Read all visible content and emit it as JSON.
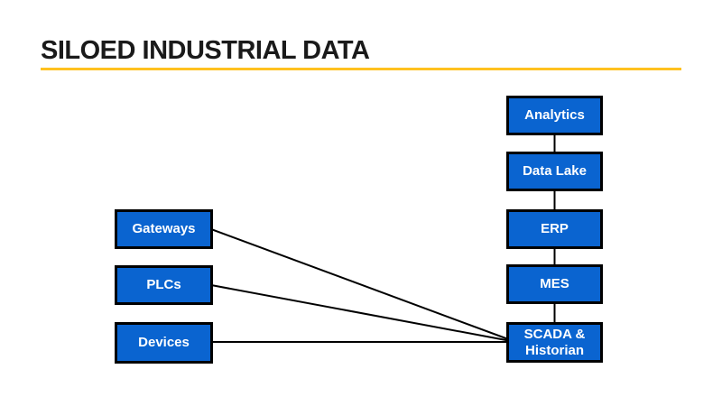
{
  "header": {
    "title": "SILOED INDUSTRIAL DATA"
  },
  "colors": {
    "background": "#ffffff",
    "title_text": "#1a1a1a",
    "underline": "#ffc120",
    "node_fill": "#0a64d0",
    "node_border": "#000000",
    "node_text": "#ffffff",
    "connector": "#000000"
  },
  "diagram": {
    "left_nodes": [
      {
        "label": "Gateways"
      },
      {
        "label": "PLCs"
      },
      {
        "label": "Devices"
      }
    ],
    "right_nodes": [
      {
        "label": "Analytics"
      },
      {
        "label": "Data Lake"
      },
      {
        "label": "ERP"
      },
      {
        "label": "MES"
      },
      {
        "label": "SCADA & Historian"
      }
    ],
    "connections": [
      {
        "from": "Gateways",
        "to": "SCADA & Historian"
      },
      {
        "from": "PLCs",
        "to": "SCADA & Historian"
      },
      {
        "from": "Devices",
        "to": "SCADA & Historian"
      },
      {
        "from": "SCADA & Historian",
        "to": "MES"
      },
      {
        "from": "MES",
        "to": "ERP"
      },
      {
        "from": "ERP",
        "to": "Data Lake"
      },
      {
        "from": "Data Lake",
        "to": "Analytics"
      }
    ]
  }
}
